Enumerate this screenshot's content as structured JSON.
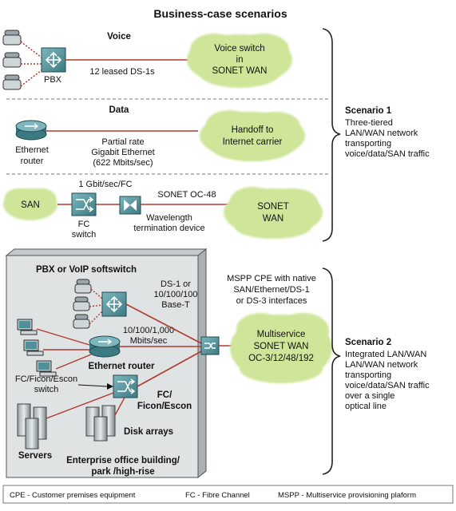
{
  "title": "Business-case scenarios",
  "voice": {
    "heading": "Voice",
    "pbx_label": "PBX",
    "link_label": "12 leased DS-1s",
    "cloud": [
      "Voice switch",
      "in",
      "SONET WAN"
    ]
  },
  "data": {
    "heading": "Data",
    "router_label": [
      "Ethernet",
      "router"
    ],
    "link_label": [
      "Partial rate",
      "Gigabit Ethernet",
      "(622 Mbits/sec)"
    ],
    "cloud": [
      "Handoff to",
      "Internet carrier"
    ]
  },
  "san": {
    "cloud_left": "SAN",
    "link_top": "1 Gbit/sec/FC",
    "switch_label": [
      "FC",
      "switch"
    ],
    "sonet_label": "SONET OC-48",
    "wtd_label": [
      "Wavelength",
      "termination device"
    ],
    "cloud_right": [
      "SONET",
      "WAN"
    ]
  },
  "scenario1": {
    "title": "Scenario 1",
    "desc": [
      "Three-tiered",
      "LAN/WAN network",
      "transporting",
      "voice/data/SAN traffic"
    ]
  },
  "enterprise": {
    "pbx_label": "PBX or VoIP softswitch",
    "ds1_label": [
      "DS-1 or",
      "10/100/100",
      "Base-T"
    ],
    "eth_speed": [
      "10/100/1,000",
      "Mbits/sec"
    ],
    "router_label": "Ethernet router",
    "fc_switch_label": [
      "FC/Ficon/Escon",
      "switch"
    ],
    "fc_link": [
      "FC/",
      "Ficon/Escon"
    ],
    "disk_label": "Disk arrays",
    "servers_label": "Servers",
    "building_label": [
      "Enterprise office building/",
      "park /high-rise"
    ]
  },
  "mspp": {
    "label": [
      "MSPP CPE with native",
      "SAN/Ethernet/DS-1",
      "or DS-3 interfaces"
    ],
    "cloud": [
      "Multiservice",
      "SONET WAN",
      "OC-3/12/48/192"
    ]
  },
  "scenario2": {
    "title": "Scenario 2",
    "desc": [
      "Integrated LAN/WAN",
      "LAN/WAN network",
      "transporting",
      "voice/data/SAN traffic",
      "over a single",
      "optical line"
    ]
  },
  "legend": {
    "cpe": "CPE - Customer premises equipment",
    "fc": "FC - Fibre Channel",
    "mspp": "MSPP - Multiservice provisioning plaform"
  },
  "colors": {
    "cloud": "#cfe59a",
    "device": "#4e8f98",
    "link": "#b03a2e",
    "building": "#dfe3e4"
  }
}
